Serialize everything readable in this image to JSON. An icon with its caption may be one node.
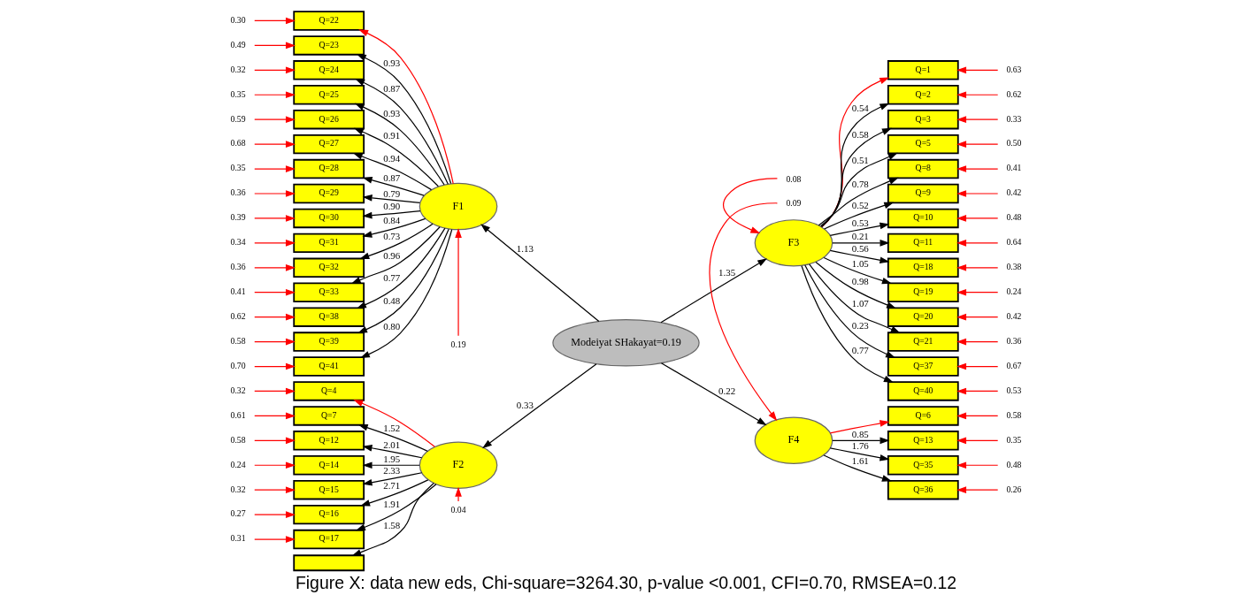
{
  "diagram": {
    "caption": "Figure X: data new eds, Chi-square=3264.30, p-value <0.001, CFI=0.70, RMSEA=0.12",
    "nodes": [
      {
        "text": [
          "Modeiyat SHakayat=0.19"
        ]
      },
      {
        "text": [
          "F1"
        ]
      },
      {
        "text": [
          "F2"
        ]
      },
      {
        "text": [
          "F3"
        ]
      },
      {
        "text": [
          "F4"
        ]
      },
      {
        "text": [
          "Q=22"
        ]
      },
      {
        "text": [
          "Q=23"
        ]
      },
      {
        "text": [
          "Q=24"
        ]
      },
      {
        "text": [
          "Q=25"
        ]
      },
      {
        "text": [
          "Q=26"
        ]
      },
      {
        "text": [
          "Q=27"
        ]
      },
      {
        "text": [
          "Q=28"
        ]
      },
      {
        "text": [
          "Q=29"
        ]
      },
      {
        "text": [
          "Q=30"
        ]
      },
      {
        "text": [
          "Q=31"
        ]
      },
      {
        "text": [
          "Q=32"
        ]
      },
      {
        "text": [
          "Q=33"
        ]
      },
      {
        "text": [
          "Q=38"
        ]
      },
      {
        "text": [
          "Q=39"
        ]
      },
      {
        "text": [
          "Q=41"
        ]
      },
      {
        "text": [
          "Q=4"
        ]
      },
      {
        "text": [
          "Q=7"
        ]
      },
      {
        "text": [
          "Q=12"
        ]
      },
      {
        "text": [
          "Q=14"
        ]
      },
      {
        "text": [
          "Q=15"
        ]
      },
      {
        "text": [
          "Q=16"
        ]
      },
      {
        "text": [
          "Q=17"
        ]
      },
      {
        "text": [],
        "shape": "box"
      },
      {
        "text": [
          "Q=1"
        ]
      },
      {
        "text": [
          "Q=2"
        ]
      },
      {
        "text": [
          "Q=3"
        ]
      },
      {
        "text": [
          "Q=5"
        ]
      },
      {
        "text": [
          "Q=8"
        ]
      },
      {
        "text": [
          "Q=9"
        ]
      },
      {
        "text": [
          "Q=10"
        ]
      },
      {
        "text": [
          "Q=11"
        ]
      },
      {
        "text": [
          "Q=18"
        ]
      },
      {
        "text": [
          "Q=19"
        ]
      },
      {
        "text": [
          "Q=20"
        ]
      },
      {
        "text": [
          "Q=21"
        ]
      },
      {
        "text": [
          "Q=37"
        ]
      },
      {
        "text": [
          "Q=40"
        ]
      },
      {
        "text": [
          "Q=6"
        ]
      },
      {
        "text": [
          "Q=13"
        ]
      },
      {
        "text": [
          "Q=35"
        ]
      },
      {
        "text": [
          "Q=36"
        ]
      },
      {
        "text": [
          "0.30"
        ]
      },
      {
        "text": [
          "0.49"
        ]
      },
      {
        "text": [
          "0.32"
        ]
      },
      {
        "text": [
          "0.35"
        ]
      },
      {
        "text": [
          "0.59"
        ]
      },
      {
        "text": [
          "0.68"
        ]
      },
      {
        "text": [
          "0.35"
        ]
      },
      {
        "text": [
          "0.36"
        ]
      },
      {
        "text": [
          "0.39"
        ]
      },
      {
        "text": [
          "0.34"
        ]
      },
      {
        "text": [
          "0.36"
        ]
      },
      {
        "text": [
          "0.41"
        ]
      },
      {
        "text": [
          "0.62"
        ]
      },
      {
        "text": [
          "0.58"
        ]
      },
      {
        "text": [
          "0.70"
        ]
      },
      {
        "text": [
          "0.32"
        ]
      },
      {
        "text": [
          "0.61"
        ]
      },
      {
        "text": [
          "0.58"
        ]
      },
      {
        "text": [
          "0.24"
        ]
      },
      {
        "text": [
          "0.32"
        ]
      },
      {
        "text": [
          "0.27"
        ]
      },
      {
        "text": [
          "0.31"
        ]
      },
      {
        "text": [
          "0.63"
        ]
      },
      {
        "text": [
          "0.62"
        ]
      },
      {
        "text": [
          "0.33"
        ]
      },
      {
        "text": [
          "0.50"
        ]
      },
      {
        "text": [
          "0.41"
        ]
      },
      {
        "text": [
          "0.42"
        ]
      },
      {
        "text": [
          "0.48"
        ]
      },
      {
        "text": [
          "0.64"
        ]
      },
      {
        "text": [
          "0.38"
        ]
      },
      {
        "text": [
          "0.24"
        ]
      },
      {
        "text": [
          "0.42"
        ]
      },
      {
        "text": [
          "0.36"
        ]
      },
      {
        "text": [
          "0.67"
        ]
      },
      {
        "text": [
          "0.53"
        ]
      },
      {
        "text": [
          "0.58"
        ]
      },
      {
        "text": [
          "0.35"
        ]
      },
      {
        "text": [
          "0.48"
        ]
      },
      {
        "text": [
          "0.26"
        ]
      },
      {
        "text": [
          "0.19"
        ]
      },
      {
        "text": [
          "0.08"
        ]
      },
      {
        "text": [
          "0.04"
        ]
      },
      {
        "text": [
          "0.09"
        ]
      }
    ],
    "edges": [
      {
        "from": 0,
        "to": 1,
        "arrow": "to",
        "label": "1.13",
        "color": "#000000"
      },
      {
        "from": 0,
        "to": 3,
        "arrow": "to",
        "label": "1.35",
        "color": "#000000"
      },
      {
        "from": 0,
        "to": 2,
        "arrow": "to",
        "label": "0.33",
        "color": "#000000"
      },
      {
        "from": 0,
        "to": 4,
        "arrow": "to",
        "label": "0.22",
        "color": "#000000"
      },
      {
        "from": 86,
        "to": 1,
        "arrow": "to"
      },
      {
        "from": 87,
        "to": 3,
        "arrow": "to"
      },
      {
        "from": 88,
        "to": 2,
        "arrow": "to"
      },
      {
        "from": 89,
        "to": 4,
        "arrow": "to"
      },
      {
        "from": 1,
        "to": 5,
        "arrow": "to"
      },
      {
        "from": 1,
        "to": 6,
        "arrow": "to",
        "label": "0.93",
        "color": "#000000"
      },
      {
        "from": 1,
        "to": 7,
        "arrow": "to",
        "label": "0.87",
        "color": "#000000"
      },
      {
        "from": 1,
        "to": 8,
        "arrow": "to",
        "label": "0.93",
        "color": "#000000"
      },
      {
        "from": 1,
        "to": 9,
        "arrow": "to",
        "label": "0.91",
        "color": "#000000"
      },
      {
        "from": 1,
        "to": 10,
        "arrow": "to",
        "label": "0.94",
        "color": "#000000"
      },
      {
        "from": 1,
        "to": 11,
        "arrow": "to",
        "label": "0.87",
        "color": "#000000"
      },
      {
        "from": 1,
        "to": 12,
        "arrow": "to",
        "label": "0.79",
        "color": "#000000"
      },
      {
        "from": 1,
        "to": 13,
        "arrow": "to",
        "label": "0.90",
        "color": "#000000"
      },
      {
        "from": 1,
        "to": 14,
        "arrow": "to",
        "label": "0.84",
        "color": "#000000"
      },
      {
        "from": 1,
        "to": 15,
        "arrow": "to",
        "label": "0.73",
        "color": "#000000"
      },
      {
        "from": 1,
        "to": 16,
        "arrow": "to",
        "label": "0.96",
        "color": "#000000"
      },
      {
        "from": 1,
        "to": 17,
        "arrow": "to",
        "label": "0.77",
        "color": "#000000"
      },
      {
        "from": 1,
        "to": 18,
        "arrow": "to",
        "label": "0.48",
        "color": "#000000"
      },
      {
        "from": 1,
        "to": 19,
        "arrow": "to",
        "label": "0.80",
        "color": "#000000"
      },
      {
        "from": 2,
        "to": 20,
        "arrow": "to"
      },
      {
        "from": 2,
        "to": 21,
        "arrow": "to",
        "label": "1.52",
        "color": "#000000"
      },
      {
        "from": 2,
        "to": 22,
        "arrow": "to",
        "label": "2.01",
        "color": "#000000"
      },
      {
        "from": 2,
        "to": 23,
        "arrow": "to",
        "label": "1.95",
        "color": "#000000"
      },
      {
        "from": 2,
        "to": 24,
        "arrow": "to",
        "label": "2.33",
        "color": "#000000"
      },
      {
        "from": 2,
        "to": 25,
        "arrow": "to",
        "label": "2.71",
        "color": "#000000"
      },
      {
        "from": 2,
        "to": 26,
        "arrow": "to",
        "label": "1.91",
        "color": "#000000"
      },
      {
        "from": 2,
        "to": 27,
        "arrow": "to",
        "label": "1.58",
        "color": "#000000"
      },
      {
        "from": 3,
        "to": 28,
        "arrow": "to"
      },
      {
        "from": 3,
        "to": 29,
        "arrow": "to",
        "label": "0.54",
        "color": "#000000"
      },
      {
        "from": 3,
        "to": 30,
        "arrow": "to",
        "label": "0.58",
        "color": "#000000"
      },
      {
        "from": 3,
        "to": 31,
        "arrow": "to",
        "label": "0.51",
        "color": "#000000"
      },
      {
        "from": 3,
        "to": 32,
        "arrow": "to",
        "label": "0.78",
        "color": "#000000"
      },
      {
        "from": 3,
        "to": 33,
        "arrow": "to",
        "label": "0.52",
        "color": "#000000"
      },
      {
        "from": 3,
        "to": 34,
        "arrow": "to",
        "label": "0.53",
        "color": "#000000"
      },
      {
        "from": 3,
        "to": 35,
        "arrow": "to",
        "label": "0.21",
        "color": "#000000"
      },
      {
        "from": 3,
        "to": 36,
        "arrow": "to",
        "label": "0.56",
        "color": "#000000"
      },
      {
        "from": 3,
        "to": 37,
        "arrow": "to",
        "label": "1.05",
        "color": "#000000"
      },
      {
        "from": 3,
        "to": 38,
        "arrow": "to",
        "label": "0.98",
        "color": "#000000"
      },
      {
        "from": 3,
        "to": 39,
        "arrow": "to",
        "label": "1.07",
        "color": "#000000"
      },
      {
        "from": 3,
        "to": 40,
        "arrow": "to",
        "label": "0.23",
        "color": "#000000"
      },
      {
        "from": 3,
        "to": 41,
        "arrow": "to",
        "label": "0.77",
        "color": "#000000"
      },
      {
        "from": 4,
        "to": 42,
        "arrow": "to"
      },
      {
        "from": 4,
        "to": 43,
        "arrow": "to",
        "label": "0.85",
        "color": "#000000"
      },
      {
        "from": 4,
        "to": 44,
        "arrow": "to",
        "label": "1.76",
        "color": "#000000"
      },
      {
        "from": 4,
        "to": 45,
        "arrow": "to",
        "label": "1.61",
        "color": "#000000"
      },
      {
        "from": 46,
        "to": 5,
        "arrow": "to"
      },
      {
        "from": 47,
        "to": 6,
        "arrow": "to"
      },
      {
        "from": 48,
        "to": 7,
        "arrow": "to"
      },
      {
        "from": 49,
        "to": 8,
        "arrow": "to"
      },
      {
        "from": 50,
        "to": 9,
        "arrow": "to"
      },
      {
        "from": 51,
        "to": 10,
        "arrow": "to"
      },
      {
        "from": 52,
        "to": 11,
        "arrow": "to"
      },
      {
        "from": 53,
        "to": 12,
        "arrow": "to"
      },
      {
        "from": 54,
        "to": 13,
        "arrow": "to"
      },
      {
        "from": 55,
        "to": 14,
        "arrow": "to"
      },
      {
        "from": 56,
        "to": 15,
        "arrow": "to"
      },
      {
        "from": 57,
        "to": 16,
        "arrow": "to"
      },
      {
        "from": 58,
        "to": 17,
        "arrow": "to"
      },
      {
        "from": 59,
        "to": 18,
        "arrow": "to"
      },
      {
        "from": 60,
        "to": 19,
        "arrow": "to"
      },
      {
        "from": 61,
        "to": 20,
        "arrow": "to"
      },
      {
        "from": 62,
        "to": 21,
        "arrow": "to"
      },
      {
        "from": 63,
        "to": 22,
        "arrow": "to"
      },
      {
        "from": 64,
        "to": 23,
        "arrow": "to"
      },
      {
        "from": 65,
        "to": 24,
        "arrow": "to"
      },
      {
        "from": 66,
        "to": 25,
        "arrow": "to"
      },
      {
        "from": 67,
        "to": 26,
        "arrow": "to"
      },
      {
        "from": 68,
        "to": 28,
        "arrow": "to"
      },
      {
        "from": 69,
        "to": 29,
        "arrow": "to"
      },
      {
        "from": 70,
        "to": 30,
        "arrow": "to"
      },
      {
        "from": 71,
        "to": 31,
        "arrow": "to"
      },
      {
        "from": 72,
        "to": 32,
        "arrow": "to"
      },
      {
        "from": 73,
        "to": 33,
        "arrow": "to"
      },
      {
        "from": 74,
        "to": 34,
        "arrow": "to"
      },
      {
        "from": 75,
        "to": 35,
        "arrow": "to"
      },
      {
        "from": 76,
        "to": 36,
        "arrow": "to"
      },
      {
        "from": 77,
        "to": 37,
        "arrow": "to"
      },
      {
        "from": 78,
        "to": 38,
        "arrow": "to"
      },
      {
        "from": 79,
        "to": 39,
        "arrow": "to"
      },
      {
        "from": 80,
        "to": 40,
        "arrow": "to"
      },
      {
        "from": 81,
        "to": 41,
        "arrow": "to"
      },
      {
        "from": 82,
        "to": 42,
        "arrow": "to"
      },
      {
        "from": 83,
        "to": 43,
        "arrow": "to"
      },
      {
        "from": 84,
        "to": 44,
        "arrow": "to"
      },
      {
        "from": 85,
        "to": 45,
        "arrow": "to"
      }
    ]
  }
}
